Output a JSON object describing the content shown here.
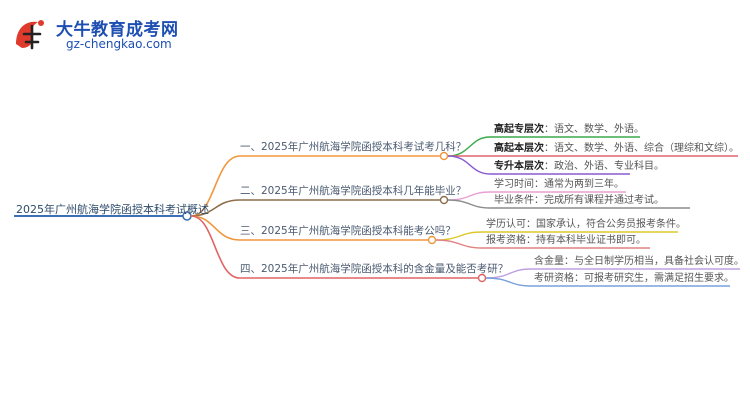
{
  "logo": {
    "title": "大牛教育成考网",
    "url": "gz-chengkao.com",
    "mark_text": "大牛"
  },
  "mindmap": {
    "root": "2025年广州航海学院函授本科考试概述",
    "branches": [
      {
        "label": "一、2025年广州航海学院函授本科考试考几科？",
        "color": "#f0963c",
        "children": [
          {
            "key": "高起专层次",
            "text": "：语文、数学、外语。",
            "color": "#3aaa4a"
          },
          {
            "key": "高起本层次",
            "text": "：语文、数学、外语、综合（理综和文综）。",
            "color": "#e06470"
          },
          {
            "key": "专升本层次",
            "text": "：政治、外语、专业科目。",
            "color": "#8c5ad2"
          }
        ]
      },
      {
        "label": "二、2025年广州航海学院函授本科几年能毕业？",
        "color": "#8c6e4a",
        "children": [
          {
            "key": "",
            "text": "学习时间：通常为两到三年。",
            "color": "#e8a0d2"
          },
          {
            "key": "",
            "text": "毕业条件：完成所有课程并通过考试。",
            "color": "#8c8c8c"
          }
        ]
      },
      {
        "label": "三、2025年广州航海学院函授本科能考公吗？",
        "color": "#f0963c",
        "children": [
          {
            "key": "",
            "text": "学历认可：国家承认，符合公务员报考条件。",
            "color": "#dcc828"
          },
          {
            "key": "",
            "text": "报考资格：持有本科毕业证书即可。",
            "color": "#e08282"
          }
        ]
      },
      {
        "label": "四、2025年广州航海学院函授本科的含金量及能否考研？",
        "color": "#e06464",
        "children": [
          {
            "key": "",
            "text": "含金量：与全日制学历相当，具备社会认可度。",
            "color": "#c0a0e0"
          },
          {
            "key": "",
            "text": "考研资格：可报考研究生，需满足招生要求。",
            "color": "#78a0dc"
          }
        ]
      }
    ]
  }
}
